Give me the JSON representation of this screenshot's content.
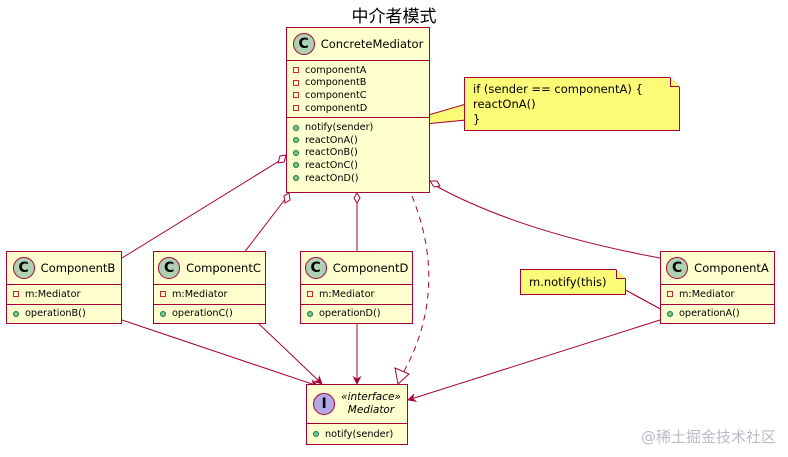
{
  "title": "中介者模式",
  "classes": {
    "concrete_mediator": {
      "name": "ConcreteMediator",
      "fields": [
        "componentA",
        "componentB",
        "componentC",
        "componentD"
      ],
      "methods": [
        "notify(sender)",
        "reactOnA()",
        "reactOnB()",
        "reactOnC()",
        "reactOnD()"
      ]
    },
    "component_b": {
      "name": "ComponentB",
      "fields": [
        "m:Mediator"
      ],
      "methods": [
        "operationB()"
      ]
    },
    "component_c": {
      "name": "ComponentC",
      "fields": [
        "m:Mediator"
      ],
      "methods": [
        "operationC()"
      ]
    },
    "component_d": {
      "name": "ComponentD",
      "fields": [
        "m:Mediator"
      ],
      "methods": [
        "operationD()"
      ]
    },
    "component_a": {
      "name": "ComponentA",
      "fields": [
        "m:Mediator"
      ],
      "methods": [
        "operationA()"
      ]
    },
    "mediator": {
      "stereotype": "«interface»",
      "name": "Mediator",
      "methods": [
        "notify(sender)"
      ]
    }
  },
  "badges": {
    "class": "C",
    "interface": "I"
  },
  "notes": {
    "mediator_note": [
      "if (sender == componentA) {",
      "reactOnA()",
      "}"
    ],
    "component_note": [
      "m.notify(this)"
    ]
  },
  "watermark": "@稀土掘金技术社区",
  "colors": {
    "border": "#A80036",
    "class_fill": "#FEFECE",
    "note_fill": "#FBFB77",
    "class_badge": "#ADD1B2",
    "interface_badge": "#B4A7E5"
  }
}
